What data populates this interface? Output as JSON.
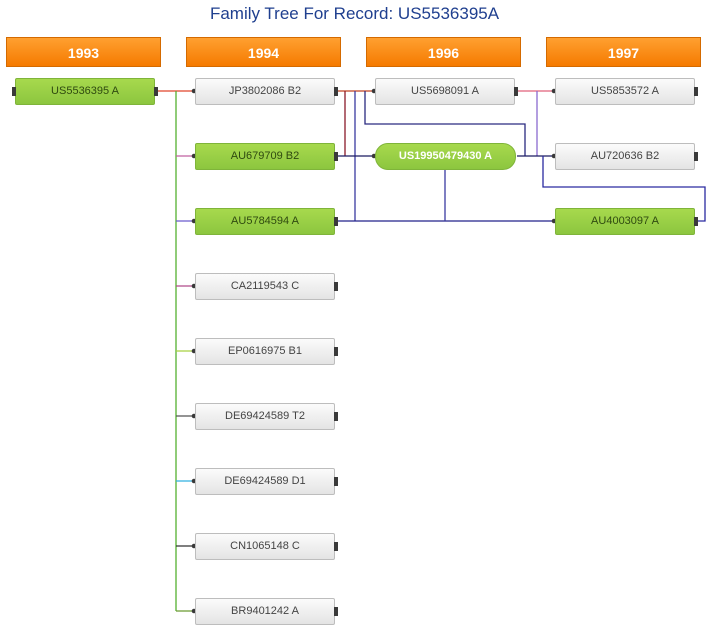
{
  "title": "Family Tree For Record: US5536395A",
  "years": [
    "1993",
    "1994",
    "1996",
    "1997"
  ],
  "nodes": {
    "n1993_us5536395": "US5536395 A",
    "n1994_jp3802086": "JP3802086 B2",
    "n1994_au679709": "AU679709 B2",
    "n1994_au5784594": "AU5784594 A",
    "n1994_ca2119543": "CA2119543 C",
    "n1994_ep0616975": "EP0616975 B1",
    "n1994_de69424589t2": "DE69424589 T2",
    "n1994_de69424589d1": "DE69424589 D1",
    "n1994_cn1065148": "CN1065148 C",
    "n1994_br9401242": "BR9401242 A",
    "n1996_us5698091": "US5698091 A",
    "n1996_us19950479430": "US19950479430 A",
    "n1997_us5853572": "US5853572 A",
    "n1997_au720636": "AU720636 B2",
    "n1997_au4003097": "AU4003097 A"
  },
  "colors": {
    "year_header": "#f57a00",
    "highlight_node": "#8cc63f",
    "title": "#1f3f8f"
  }
}
